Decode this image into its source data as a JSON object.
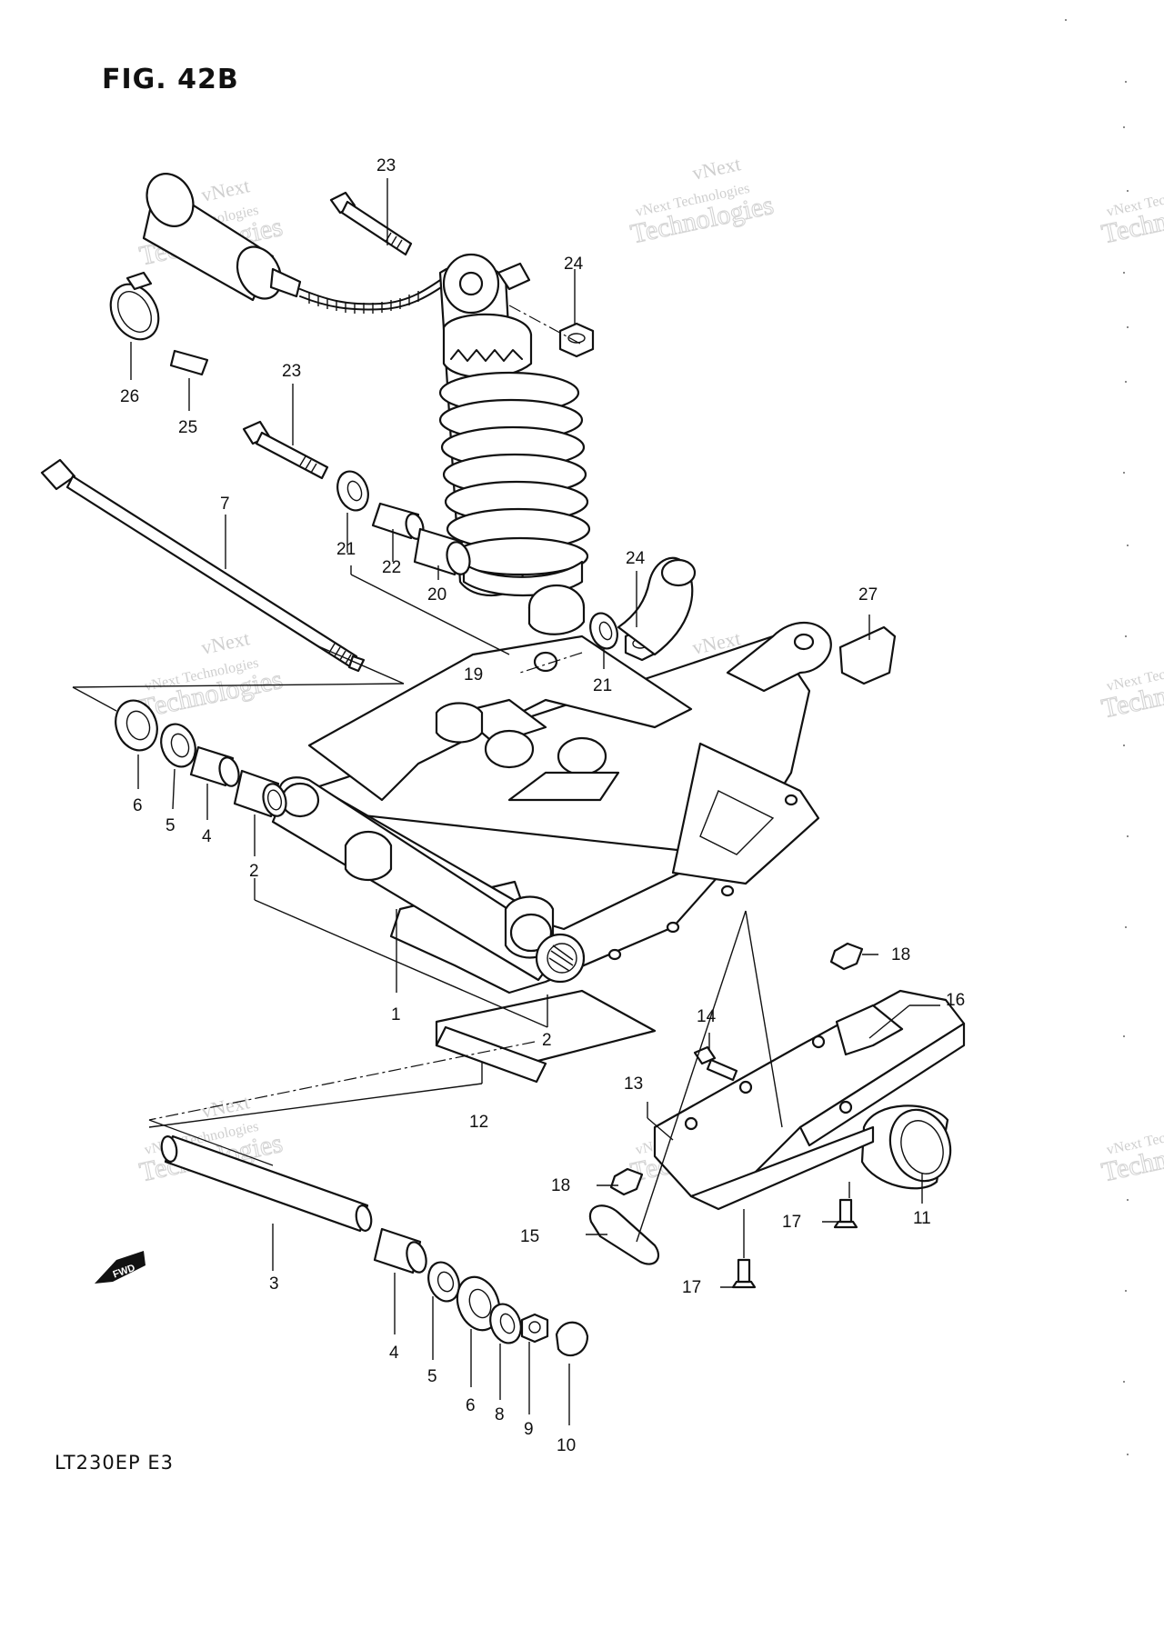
{
  "figure_title": "FIG. 42B",
  "model_code": "LT230EP E3",
  "watermark": {
    "line1": "vNext Technologies",
    "line2": "Technologies",
    "line3": "vNext"
  },
  "fwd_label": "FWD",
  "callouts": {
    "c1": "1",
    "c2a": "2",
    "c2b": "2",
    "c3": "3",
    "c4a": "4",
    "c4b": "4",
    "c5a": "5",
    "c5b": "5",
    "c6a": "6",
    "c6b": "6",
    "c7": "7",
    "c8": "8",
    "c9": "9",
    "c10": "10",
    "c11": "11",
    "c12": "12",
    "c13": "13",
    "c14": "14",
    "c15": "15",
    "c16": "16",
    "c17a": "17",
    "c17b": "17",
    "c18a": "18",
    "c18b": "18",
    "c19": "19",
    "c20": "20",
    "c21a": "21",
    "c21b": "21",
    "c22": "22",
    "c23a": "23",
    "c23b": "23",
    "c24a": "24",
    "c24b": "24",
    "c25": "25",
    "c26": "26",
    "c27": "27"
  }
}
